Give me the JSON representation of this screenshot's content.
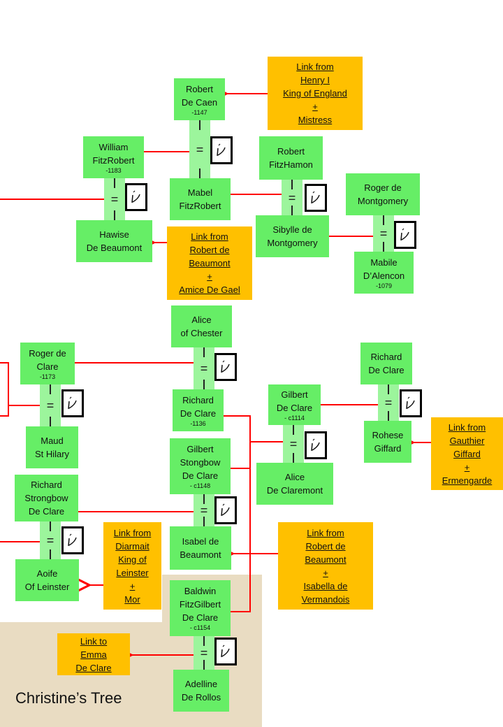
{
  "title": "Christine’s Tree",
  "colors": {
    "person": "#66ee66",
    "link": "#ffc000",
    "line": "#ff0000",
    "stripe": "#9cf59c",
    "background": "#e9dcc2"
  },
  "persons": [
    {
      "lines": [
        "Robert",
        "De Caen"
      ],
      "date": "-1147"
    },
    {
      "lines": [
        "William",
        "FitzRobert"
      ],
      "date": "-1183"
    },
    {
      "lines": [
        "Mabel",
        "FitzRobert"
      ],
      "date": ""
    },
    {
      "lines": [
        "Hawise",
        "De Beaumont"
      ],
      "date": ""
    },
    {
      "lines": [
        "Robert",
        "FitzHamon"
      ],
      "date": ""
    },
    {
      "lines": [
        "Sibylle de",
        "Montgomery"
      ],
      "date": ""
    },
    {
      "lines": [
        "Roger de",
        "Montgomery"
      ],
      "date": ""
    },
    {
      "lines": [
        "Mabile",
        "D’Alencon"
      ],
      "date": "-1079"
    },
    {
      "lines": [
        "Alice",
        "of Chester"
      ],
      "date": ""
    },
    {
      "lines": [
        "Roger de",
        "Clare"
      ],
      "date": "-1173"
    },
    {
      "lines": [
        "Richard",
        "De Clare"
      ],
      "date": "-1136"
    },
    {
      "lines": [
        "Maud",
        "St Hilary"
      ],
      "date": ""
    },
    {
      "lines": [
        "Gilbert",
        "De Clare"
      ],
      "date": "- c1114"
    },
    {
      "lines": [
        "Richard",
        "De Clare"
      ],
      "date": ""
    },
    {
      "lines": [
        "Rohese",
        "Giffard"
      ],
      "date": ""
    },
    {
      "lines": [
        "Gilbert",
        "Stongbow",
        "De Clare"
      ],
      "date": "- c1148"
    },
    {
      "lines": [
        "Alice",
        "De Claremont"
      ],
      "date": ""
    },
    {
      "lines": [
        "Richard",
        "Strongbow",
        "De Clare"
      ],
      "date": ""
    },
    {
      "lines": [
        "Isabel de",
        "Beaumont"
      ],
      "date": ""
    },
    {
      "lines": [
        "Aoife",
        "Of Leinster"
      ],
      "date": ""
    },
    {
      "lines": [
        "Baldwin",
        "FitzGilbert",
        "De Clare"
      ],
      "date": "- c1154"
    },
    {
      "lines": [
        "Adelline",
        "De Rollos"
      ],
      "date": ""
    }
  ],
  "links": [
    {
      "lines": [
        "Link from",
        "Henry I",
        "King of England",
        "+",
        "Mistress"
      ]
    },
    {
      "lines": [
        "Link from",
        "Robert de",
        "Beaumont",
        "+",
        "Amice De Gael"
      ]
    },
    {
      "lines": [
        "Link from",
        "Gauthier",
        "Giffard",
        "+",
        "Ermengarde"
      ]
    },
    {
      "lines": [
        "Link from",
        "Diarmait",
        "King of",
        "Leinster",
        "+",
        "Mor"
      ]
    },
    {
      "lines": [
        "Link from",
        "Robert de",
        "Beaumont",
        "+",
        "Isabella de",
        "Vermandois"
      ]
    },
    {
      "lines": [
        "Link to",
        "Emma",
        "De Clare"
      ]
    }
  ],
  "marriage_symbol": "="
}
